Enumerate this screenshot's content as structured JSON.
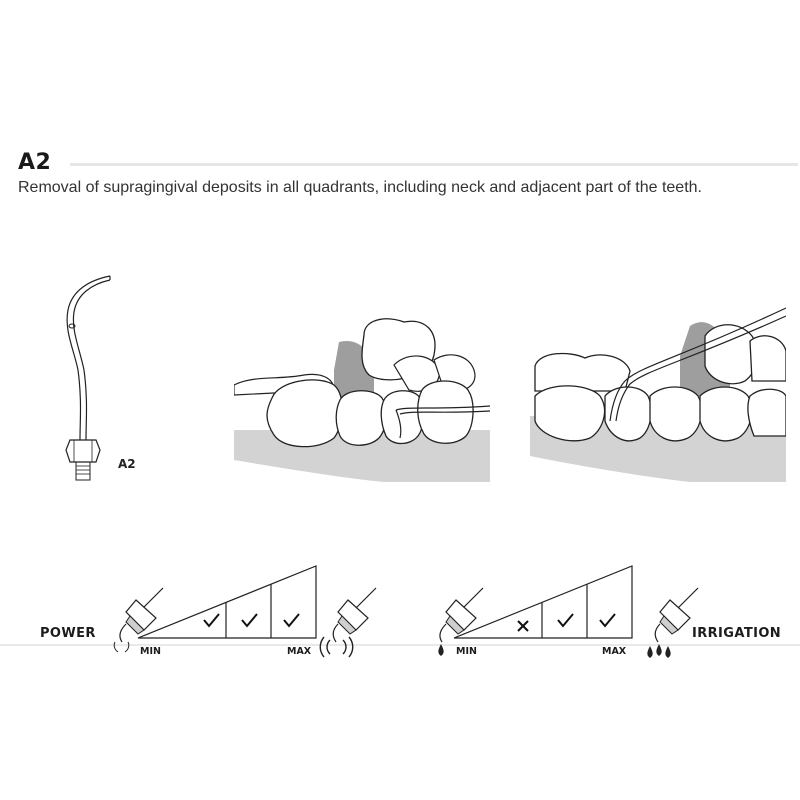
{
  "header": {
    "code": "A2",
    "description": "Removal of supragingival deposits in all quadrants, including neck and adjacent part of the teeth."
  },
  "tool": {
    "label": "A2"
  },
  "power": {
    "label": "POWER",
    "min_label": "MIN",
    "max_label": "MAX",
    "levels": [
      "check",
      "check",
      "check"
    ]
  },
  "irrigation": {
    "label": "IRRIGATION",
    "min_label": "MIN",
    "max_label": "MAX",
    "levels": [
      "cross",
      "check",
      "check"
    ]
  },
  "icons": {
    "tool": "ultrasonic-tip-icon",
    "vibration_min": "vibration-low-icon",
    "vibration_max": "vibration-high-icon",
    "water_min": "water-drop-single-icon",
    "water_max": "water-drops-multiple-icon",
    "check": "check-icon",
    "cross": "cross-icon"
  }
}
